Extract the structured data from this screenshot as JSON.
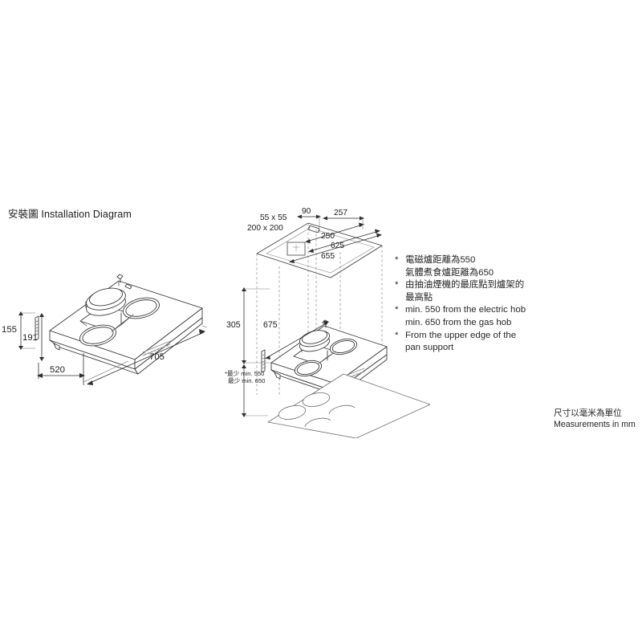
{
  "page": {
    "title_zh": "安裝圖",
    "title_en": "Installation Diagram",
    "title_full": "安裝圖 Installation Diagram"
  },
  "left_view": {
    "name": "cooker hood isometric front view",
    "dimensions": {
      "height_total": "155",
      "height_body": "191",
      "depth": "520",
      "width": "705"
    }
  },
  "right_view": {
    "name": "installation clearance isometric view",
    "ceiling_plate_labels": {
      "hole_small": "55 x 55",
      "hole_large": "200 x 200"
    },
    "dimensions": {
      "offset_90": "90",
      "offset_257": "257",
      "offset_250": "250",
      "offset_625": "625",
      "offset_655": "655",
      "height_305": "305",
      "width_675": "675"
    },
    "clearance_note": {
      "line1": "*最少 min. 550",
      "line2": "最少 min. 650"
    }
  },
  "notes": [
    {
      "star": "*",
      "text": "電磁爐距離為550",
      "continuation": false
    },
    {
      "star": "*",
      "text": "氣體煮食爐距離為650",
      "continuation": true
    },
    {
      "star": "*",
      "text": "由抽油煙機的最底點到爐架的",
      "continuation": false
    },
    {
      "star": "*",
      "text": "最高點",
      "continuation": true
    },
    {
      "star": "*",
      "text": "min. 550 from the electric hob",
      "continuation": false
    },
    {
      "star": "*",
      "text": "min. 650 from the gas hob",
      "continuation": true
    },
    {
      "star": "*",
      "text": "From the upper edge of the",
      "continuation": false
    },
    {
      "star": "*",
      "text": "pan support",
      "continuation": true
    }
  ],
  "units": {
    "zh": "尺寸以毫米為單位",
    "en": "Measurements in mm"
  },
  "colors": {
    "line": "#3a3a3a",
    "line_light": "#6d6d6d",
    "dashed": "#7a7a7a",
    "text": "#1b1b1b",
    "background": "#ffffff"
  }
}
